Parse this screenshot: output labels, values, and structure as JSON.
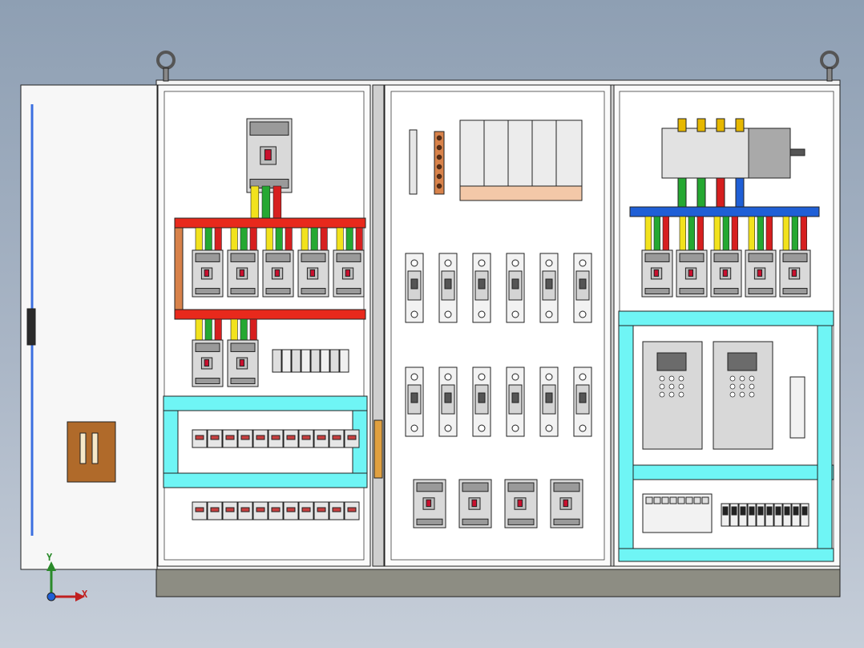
{
  "scene": {
    "subject": "cad-3d-electrical-cabinet",
    "components": {
      "main_breaker": {
        "count": 1
      },
      "left_branch_breakers_top": {
        "count": 5
      },
      "left_branch_breakers_bottom": {
        "count": 2
      },
      "middle_contactors": {
        "count": 12
      },
      "middle_small_breakers": {
        "count": 4
      },
      "right_branch_breakers": {
        "count": 5
      },
      "variable_frequency_drives": {
        "count": 2
      }
    },
    "colors": {
      "frame": "#f4f4f4",
      "outline": "#222222",
      "busbar_red": "#e8291c",
      "busbar_blue": "#1f5fd6",
      "trunking_cyan": "#6ff5f5",
      "copper": "#d8824a",
      "wire_yellow": "#f2e21d",
      "wire_green": "#25a832",
      "wire_red": "#d61f1f",
      "base": "#8d8d83"
    }
  },
  "axes": {
    "x_label": "X",
    "y_label": "Y"
  }
}
